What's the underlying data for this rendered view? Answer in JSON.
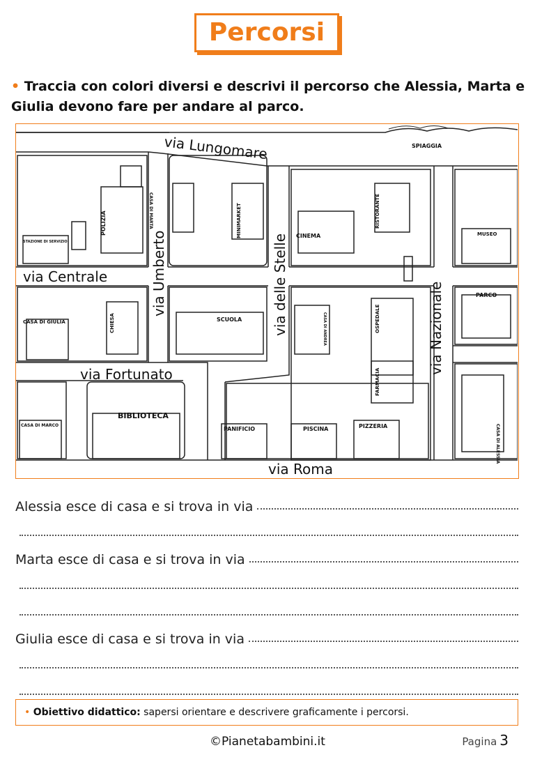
{
  "title": "Percorsi",
  "instruction": "Traccia con colori diversi e descrivi il percorso che Alessia, Marta e Giulia devono fare per andare al parco.",
  "map": {
    "streets": {
      "lungomare": "via Lungomare",
      "centrale": "via Centrale",
      "umberto": "via Umberto",
      "stelle": "via delle Stelle",
      "nazionale": "via Nazionale",
      "fortunato": "via Fortunato",
      "roma": "via Roma"
    },
    "places": {
      "spiaggia": "SPIAGGIA",
      "polizia": "POLIZIA",
      "stazione": "STAZIONE DI SERVIZIO",
      "casa_marta": "CASA DI MARTA",
      "minimarket": "MINIMARKET",
      "cinema": "CINEMA",
      "ristorante": "RISTORANTE",
      "museo": "MUSEO",
      "casa_giulia": "CASA DI GIULIA",
      "chiesa": "CHIESA",
      "scuola": "SCUOLA",
      "casa_andrea": "CASA DI ANDREA",
      "ospedale": "OSPEDALE",
      "farmacia": "FARMACIA",
      "parco": "PARCO",
      "casa_alessia": "CASA DI ALESSIA",
      "casa_marco": "CASA DI MARCO",
      "biblioteca": "BIBLIOTECA",
      "panificio": "PANIFICIO",
      "piscina": "PISCINA",
      "pizzeria": "PIZZERIA"
    }
  },
  "lines": [
    "Alessia esce di casa e si trova in via",
    "",
    "Marta esce di casa e si trova in via",
    "",
    "",
    "Giulia esce di casa e si trova in via",
    "",
    ""
  ],
  "goal": {
    "label": "Obiettivo didattico:",
    "text": " sapersi orientare e descrivere graficamente i percorsi."
  },
  "footer": {
    "site": "©Pianetabambini.it",
    "page_label": "Pagina",
    "page_number": "3"
  },
  "colors": {
    "accent": "#f07d1a"
  }
}
